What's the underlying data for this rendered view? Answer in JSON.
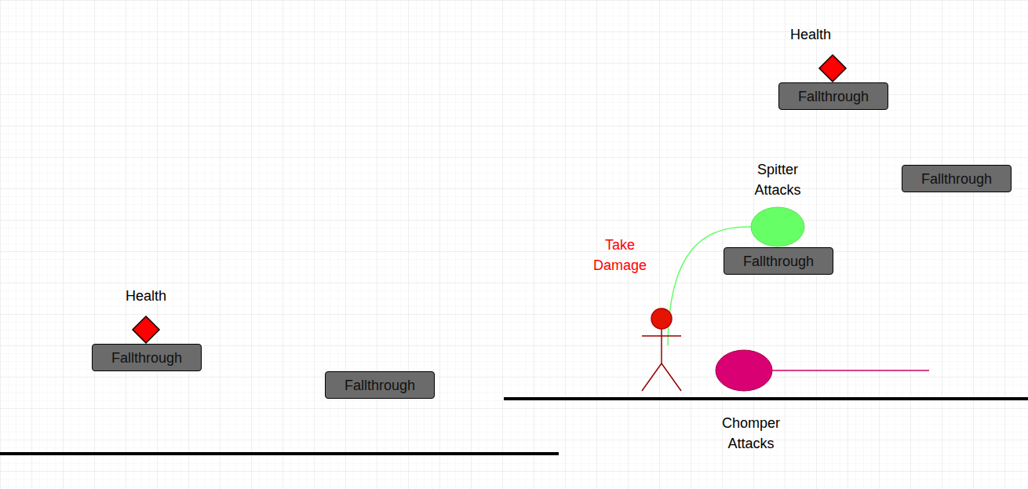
{
  "diagram": {
    "nodes": [
      {
        "text": [
          "Health"
        ]
      },
      {
        "text": [
          "Fallthrough"
        ]
      },
      {
        "text": [
          "Spitter Attacks"
        ]
      },
      {
        "text": [
          "Fallthrough"
        ]
      },
      {
        "text": [
          "Fallthrough"
        ]
      },
      {
        "text": [
          "Health"
        ]
      },
      {
        "text": [
          "Fallthrough"
        ]
      },
      {
        "text": [
          "Fallthrough"
        ]
      },
      {
        "text": [
          "Chomper Attacks"
        ]
      }
    ],
    "labels": [
      "Take Damage"
    ]
  }
}
